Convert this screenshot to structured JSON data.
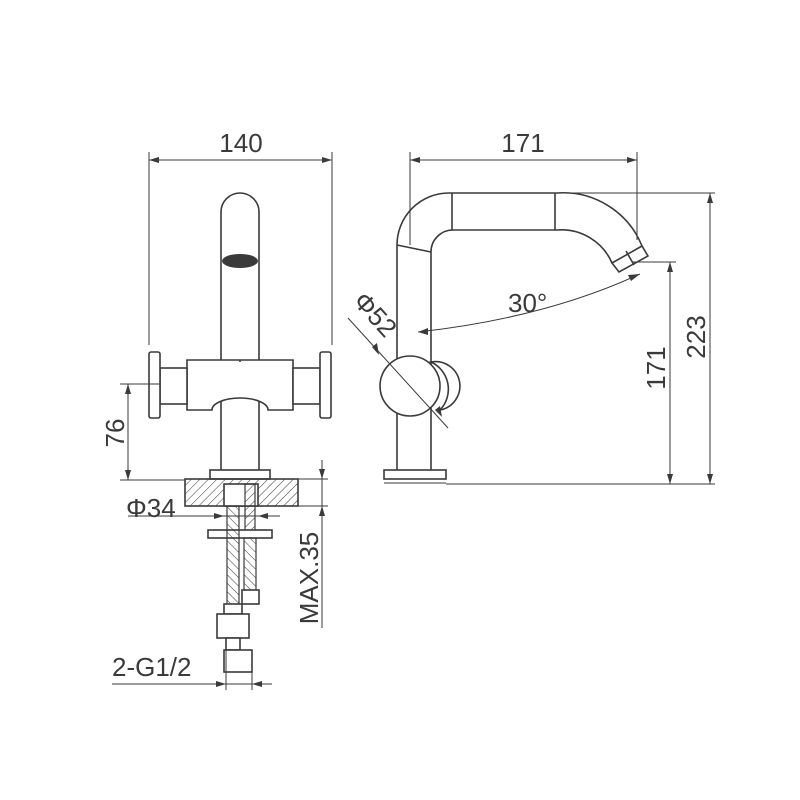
{
  "dimensions": {
    "width_front": "140",
    "height_handle": "76",
    "hole_diameter": "Φ34",
    "max_thickness": "MAX.35",
    "connection": "2-G1/2",
    "spout_reach": "171",
    "handle_diameter": "Φ52",
    "spout_angle": "30°",
    "spout_height": "171",
    "total_height": "223"
  },
  "colors": {
    "line": "#3a3a3a",
    "background": "#ffffff"
  }
}
